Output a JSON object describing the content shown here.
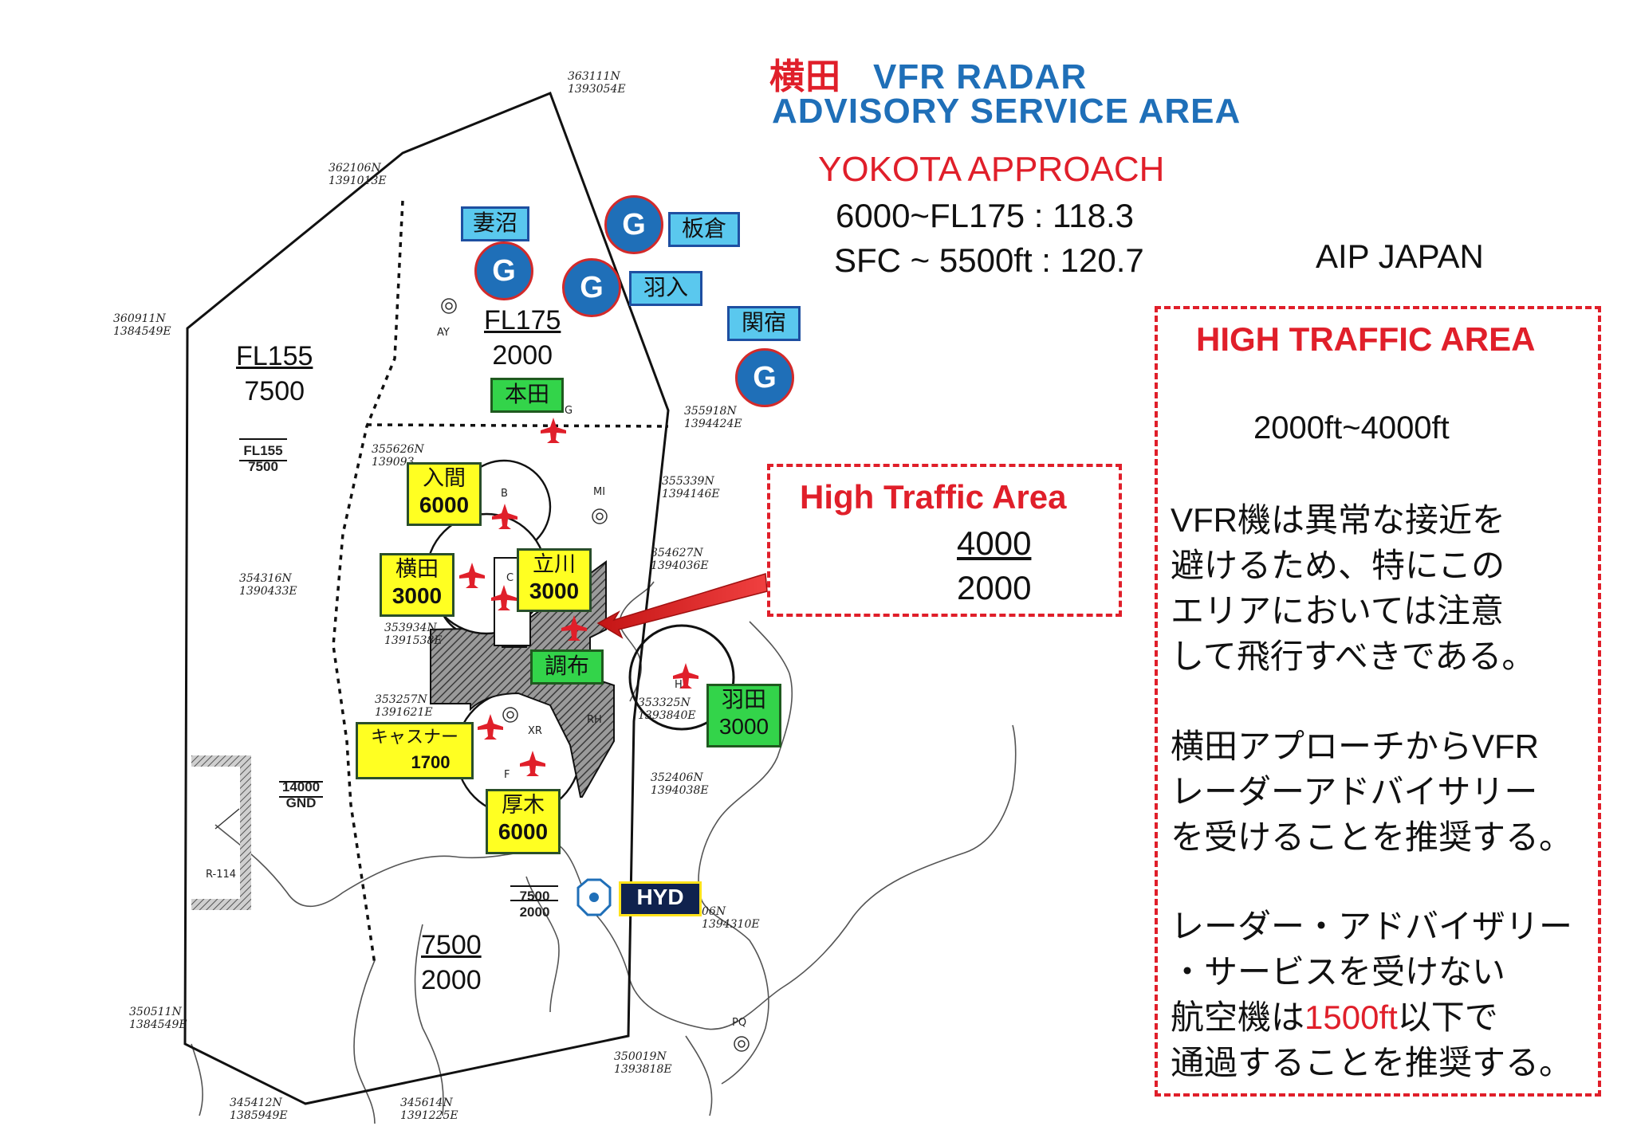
{
  "header": {
    "title_jp": "横田",
    "title_en": "VFR  RADAR",
    "subtitle": "ADVISORY  SERVICE  AREA",
    "approach": "YOKOTA  APPROACH",
    "freq_1": "6000~FL175  : 118.3",
    "freq_2": "SFC ~ 5500ft : 120.7",
    "aip": "AIP JAPAN"
  },
  "high_traffic_panel": {
    "title": "HIGH TRAFFIC AREA",
    "range": "2000ft~4000ft",
    "para1": [
      "VFR機は異常な接近を",
      "避けるため、特にこの",
      "エリアにおいては注意",
      "して飛行すべきである。"
    ],
    "para2": [
      "横田アプローチからVFR",
      "レーダーアドバイサリー",
      "を受けることを推奨する。"
    ],
    "para3_lines": [
      "レーダー・アドバイザリー",
      "・サービスを受けない"
    ],
    "para3_pre": "航空機は",
    "para3_red": "1500ft",
    "para3_post": "以下で",
    "para3_last": "通過することを推奨する。"
  },
  "high_traffic_callout": {
    "title": "High Traffic Area",
    "upper": "4000",
    "lower": "2000"
  },
  "sector_altitudes": {
    "nw_upper": "FL155",
    "nw_lower": "7500",
    "n_upper": "FL175",
    "n_lower": "2000",
    "s_upper": "7500",
    "s_lower": "2000",
    "box_fl155_upper": "FL155",
    "box_fl155_lower": "7500",
    "box_14000_upper": "14000",
    "box_14000_lower": "GND",
    "box_7500_upper": "7500",
    "box_7500_lower": "2000",
    "restricted": "R-114"
  },
  "coordinates": {
    "c1": [
      "363111N",
      "1393054E"
    ],
    "c2": [
      "362106N",
      "1391013E"
    ],
    "c3": [
      "360911N",
      "1384549E"
    ],
    "c4": [
      "355918N",
      "1394424E"
    ],
    "c5": [
      "355626N",
      "139093"
    ],
    "c6": [
      "355339N",
      "1394146E"
    ],
    "c7": [
      "354627N",
      "1394036E"
    ],
    "c8": [
      "354316N",
      "1390433E"
    ],
    "c9": [
      "353934N",
      "1391538E"
    ],
    "c10": [
      "353257N",
      "1391621E"
    ],
    "c11": [
      "353325N",
      "1393840E"
    ],
    "c12": [
      "352406N",
      "1394038E"
    ],
    "c13": [
      "06N",
      "1394310E"
    ],
    "c14": [
      "350511N",
      "1384549E"
    ],
    "c15": [
      "350019N",
      "1393818E"
    ],
    "c16": [
      "345412N",
      "1385949E"
    ],
    "c17": [
      "345614N",
      "1391225E"
    ]
  },
  "map_letters": {
    "ay": "AY",
    "mi": "MI",
    "rh": "RH",
    "pq": "PQ",
    "b": "B",
    "g": "G",
    "c": "C",
    "f": "F",
    "xr": "XR",
    "h": "H"
  },
  "airfields": {
    "tsumanuma": "妻沼",
    "itakura": "板倉",
    "hanyu": "羽入",
    "sekiyado": "関宿",
    "honda": "本田",
    "chofu": "調布",
    "iruma_name": "入間",
    "iruma_alt": "6000",
    "yokota_name": "横田",
    "yokota_alt": "3000",
    "tachikawa_name": "立川",
    "tachikawa_alt": "3000",
    "haneda_name": "羽田",
    "haneda_alt": "3000",
    "kastner_name": "キャスナー",
    "kastner_alt": "1700",
    "atsugi_name": "厚木",
    "atsugi_alt": "6000",
    "hyd": "HYD"
  },
  "glider_sites": {
    "symbol": "G"
  },
  "colors": {
    "title_blue": "#1f6fb8",
    "red": "#e01f2a",
    "tag_blue": "#5ac8ee",
    "tag_green": "#33d44a",
    "tag_yellow": "#ffff22",
    "tag_hyd": "#10224e"
  }
}
